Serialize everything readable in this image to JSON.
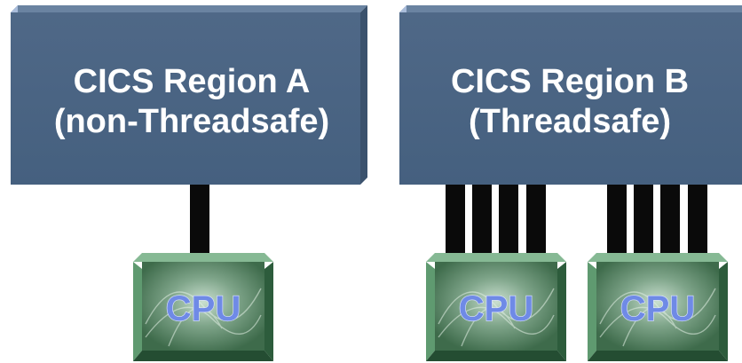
{
  "regions": [
    {
      "line1": "CICS Region A",
      "line2": "(non-Threadsafe)"
    },
    {
      "line1": "CICS Region B",
      "line2": "(Threadsafe)"
    }
  ],
  "cpu_label": "CPU",
  "colors": {
    "region_fill": "#4a6382",
    "region_top": "#66809e",
    "region_side": "#a4b7d6",
    "region_text": "#ffffff",
    "connector": "#0a0a0a",
    "cpu_face": "#3f7a52",
    "cpu_bevel_light": "#7fb48c",
    "cpu_bevel_dark": "#2b5a3a",
    "cpu_text": "#6f8ae6"
  }
}
